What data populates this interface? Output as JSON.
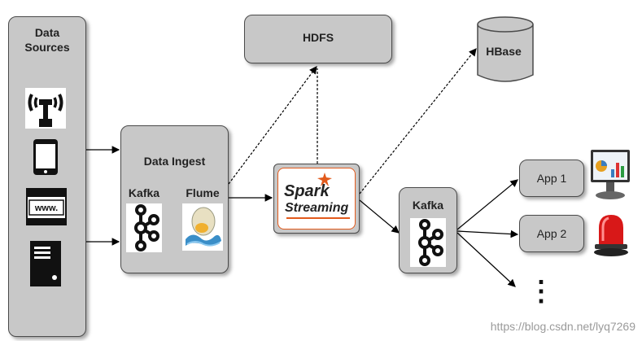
{
  "sources": {
    "title_line1": "Data",
    "title_line2": "Sources",
    "icons": [
      "antenna-icon",
      "smartphone-icon",
      "web-browser-icon",
      "server-icon"
    ]
  },
  "ingest": {
    "title": "Data Ingest",
    "kafka_label": "Kafka",
    "flume_label": "Flume"
  },
  "hdfs": {
    "label": "HDFS"
  },
  "hbase": {
    "label": "HBase"
  },
  "spark": {
    "line1": "Spark",
    "line2": "Streaming",
    "accent": "#e25a1c"
  },
  "kafka2": {
    "label": "Kafka"
  },
  "apps": [
    {
      "label": "App 1",
      "icon": "dashboard-monitor-icon"
    },
    {
      "label": "App 2",
      "icon": "alarm-light-icon"
    }
  ],
  "more_apps": "⋮",
  "watermark": "https://blog.csdn.net/lyq7269",
  "colors": {
    "box_fill": "#c8c8c8",
    "box_border": "#4a4a4a",
    "arrow": "#000000"
  }
}
